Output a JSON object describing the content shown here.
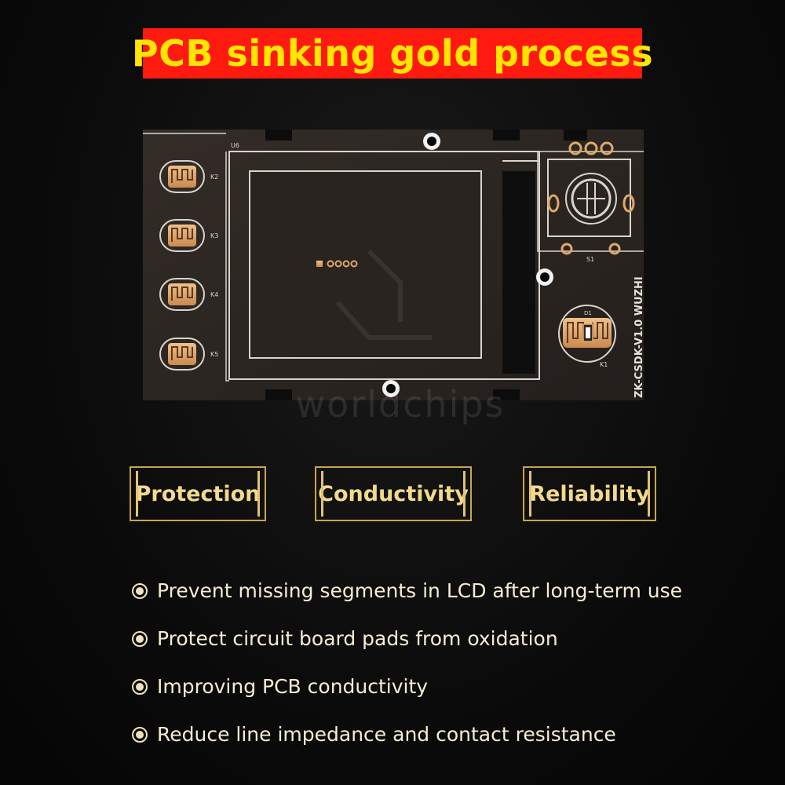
{
  "title": "PCB sinking gold process",
  "watermark": "worldchips",
  "pcb": {
    "silkscreen": {
      "u": "U6",
      "keys": [
        "K2",
        "K3",
        "K4",
        "K5"
      ],
      "switch": "S1",
      "k1": "K1",
      "d1": "D1",
      "board_id": "ZK-CSDK-V1.0 WUZHI"
    }
  },
  "features": [
    {
      "label": "Protection"
    },
    {
      "label": "Conductivity"
    },
    {
      "label": "Reliability"
    }
  ],
  "bullets": [
    "Prevent missing segments in LCD after long-term use",
    "Protect circuit board pads from oxidation",
    "Improving PCB conductivity",
    "Reduce line impedance and contact resistance"
  ],
  "colors": {
    "banner_red": "#ff1a10",
    "title_yellow": "#ffe600",
    "gold": "#e0a86a",
    "pcb_black": "#2b2622"
  }
}
